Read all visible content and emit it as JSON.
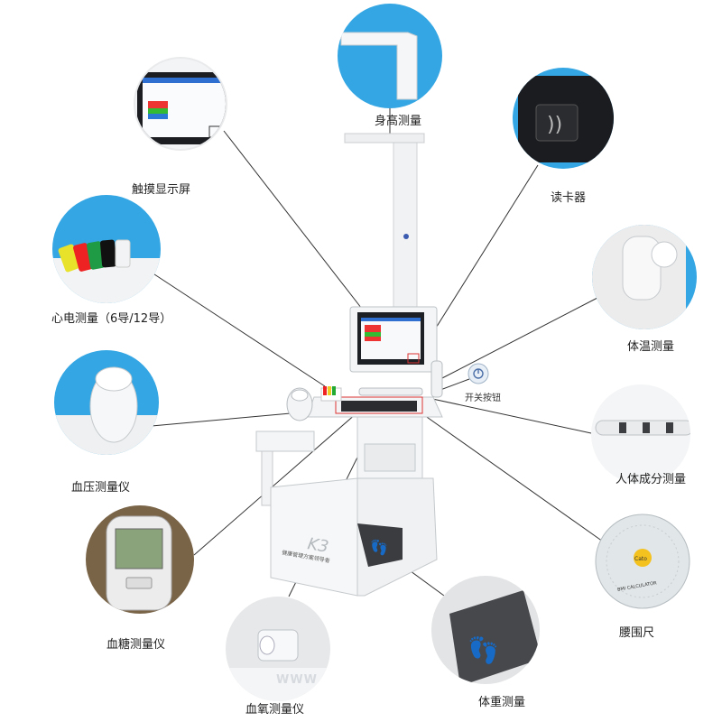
{
  "callouts": {
    "touch_screen": "触摸显示屏",
    "height": "身高测量",
    "card_reader": "读卡器",
    "ecg": "心电测量（6导/12导）",
    "temperature": "体温测量",
    "power_button": "开关按钮",
    "blood_pressure": "血压测量仪",
    "body_composition": "人体成分测量",
    "blood_glucose": "血糖测量仪",
    "waist_ruler": "腰围尺",
    "spo2": "血氧测量仪",
    "weight": "体重测量"
  },
  "kiosk": {
    "cabinet_text": "健康管理方案领导者",
    "cabinet_logo": "K3"
  },
  "ruler": {
    "text": "BMI CALCULATOR",
    "brand": "Cato"
  },
  "watermark": "WWW",
  "colors": {
    "accent_blue": "#33a6e3",
    "line": "#333333",
    "device_white": "#f4f5f6",
    "screen_dark": "#1a1c20"
  }
}
